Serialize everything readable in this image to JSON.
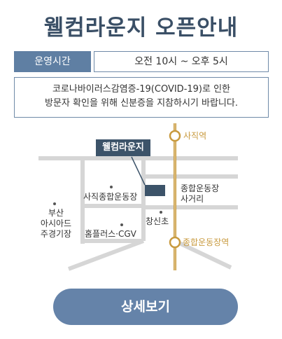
{
  "title": "웰컴라운지 오픈안내",
  "hours": {
    "label": "운영시간",
    "value": "오전 10시 ~ 오후 5시"
  },
  "notice": {
    "line1": "코로나바이러스감염증-19(COVID-19)로 인한",
    "line2": "방문자 확인을 위해 신분증을 지참하시기 바랍니다."
  },
  "map": {
    "lounge": "웰컴라운지",
    "station_top": "사직역",
    "station_bottom": "종합운동장역",
    "sajik_stadium": "사직종합운동장",
    "intersection_line1": "종합운동장",
    "intersection_line2": "사거리",
    "busan_line1": "부산",
    "busan_line2": "아시아드",
    "busan_line3": "주경기장",
    "homeplus": "홈플러스·CGV",
    "changshincho": "창신초"
  },
  "colors": {
    "title": "#3a4f66",
    "label_bg": "#5f7fa3",
    "border": "#6f8aa8",
    "subway_gold": "#c89a3e",
    "lounge_marker": "#3c5369",
    "button": "#6583a9"
  },
  "button": {
    "label": "상세보기"
  }
}
